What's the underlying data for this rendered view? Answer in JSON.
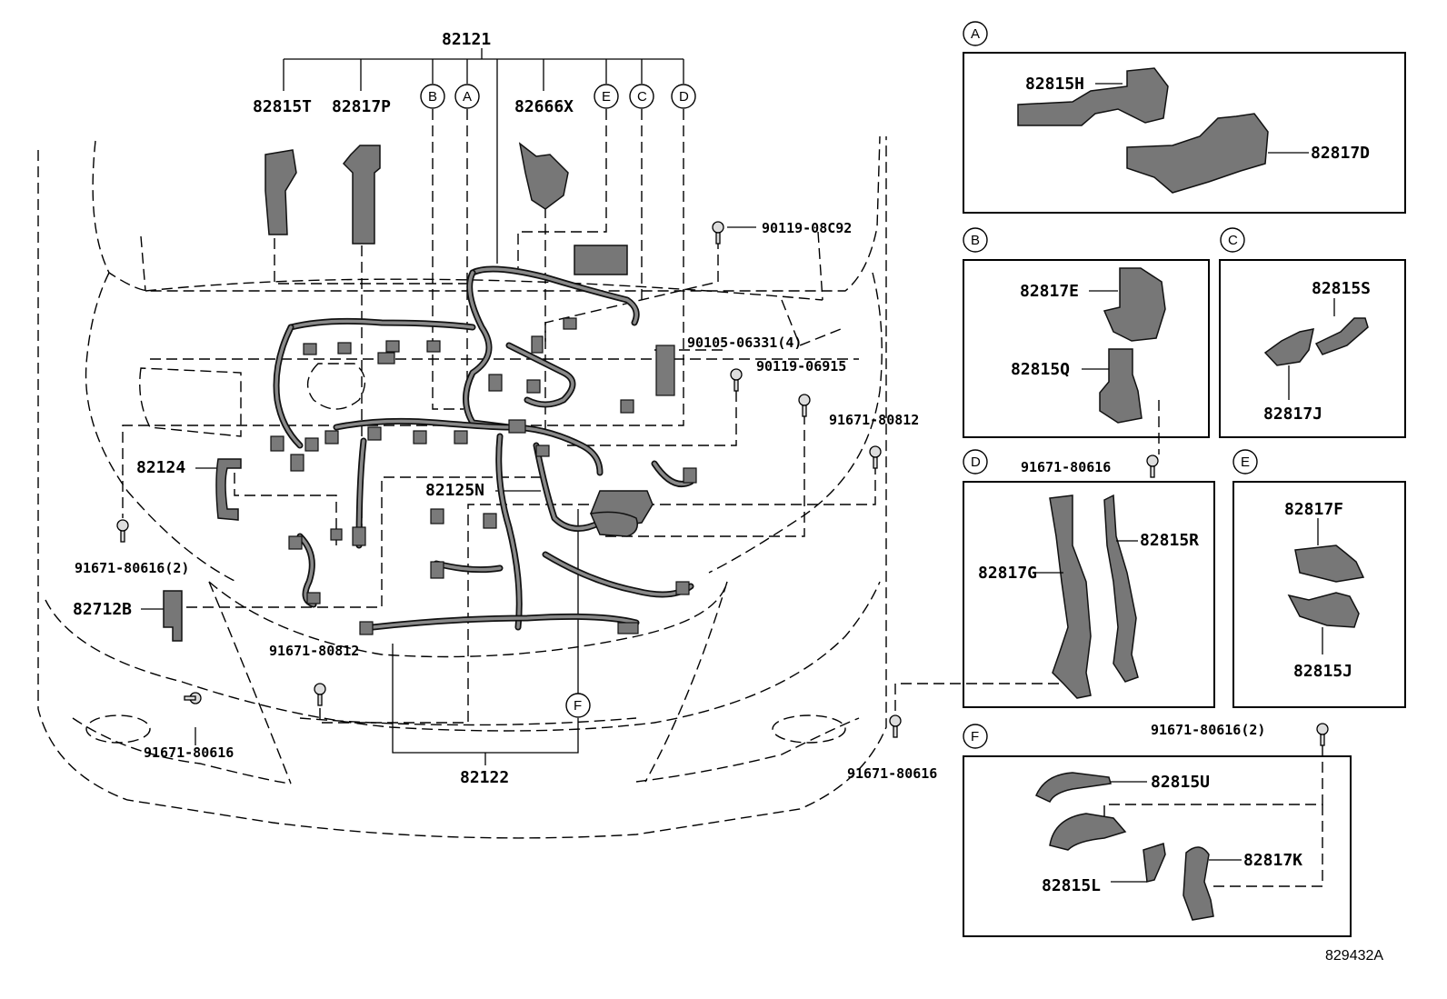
{
  "diagram_code": "829432A",
  "main": {
    "labels": {
      "p82121": "82121",
      "p82815T": "82815T",
      "p82817P": "82817P",
      "p82666X": "82666X",
      "f90119_08C92": "90119-08C92",
      "f90105_06331": "90105-06331(4)",
      "f90119_06915": "90119-06915",
      "f91671_80812_r": "91671-80812",
      "p82124": "82124",
      "p82125N": "82125N",
      "f91671_80616_2": "91671-80616(2)",
      "p82712B": "82712B",
      "f91671_80812_b": "91671-80812",
      "f91671_80616_bl": "91671-80616",
      "p82122": "82122",
      "f91671_80616_br": "91671-80616"
    },
    "callouts": {
      "a": "A",
      "b": "B",
      "c": "C",
      "d": "D",
      "e": "E",
      "f": "F"
    }
  },
  "insets": {
    "a": {
      "callout": "A",
      "labels": {
        "p1": "82815H",
        "p2": "82817D"
      }
    },
    "b": {
      "callout": "B",
      "labels": {
        "p1": "82817E",
        "p2": "82815Q"
      }
    },
    "c": {
      "callout": "C",
      "labels": {
        "p1": "82815S",
        "p2": "82817J"
      }
    },
    "d": {
      "callout": "D",
      "labels": {
        "p1": "82817G",
        "p2": "82815R"
      },
      "fastener": "91671-80616"
    },
    "e": {
      "callout": "E",
      "labels": {
        "p1": "82817F",
        "p2": "82815J"
      }
    },
    "f": {
      "callout": "F",
      "labels": {
        "p1": "82815U",
        "p2": "82817K",
        "p3": "82815L"
      },
      "fastener": "91671-80616(2)"
    }
  }
}
